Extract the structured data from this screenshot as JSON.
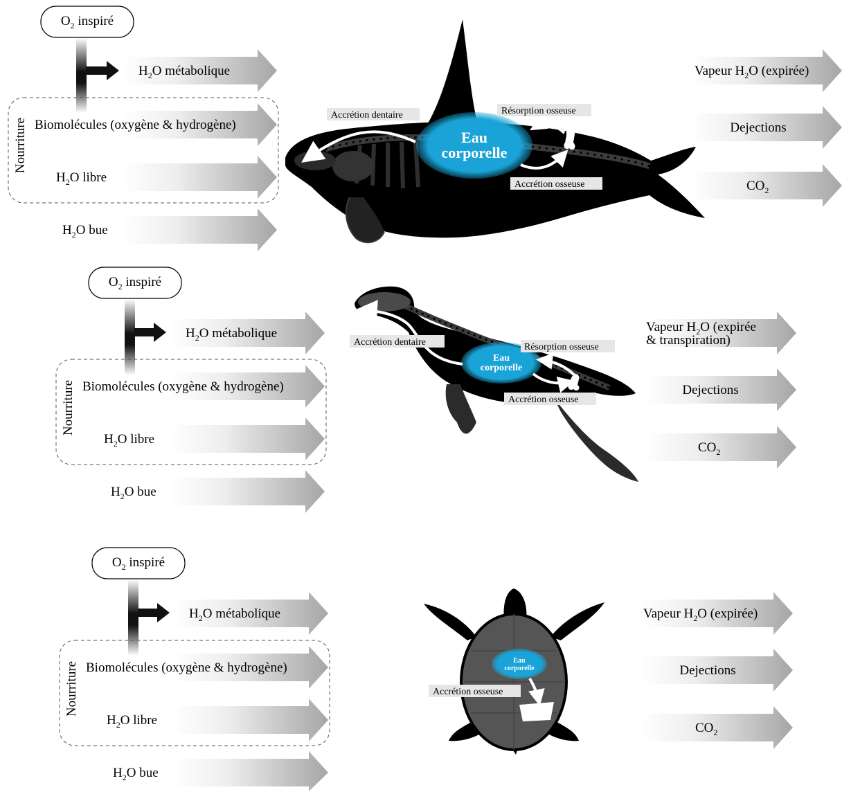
{
  "colors": {
    "arrow_start": "#ffffff",
    "arrow_end": "#a6a6a6",
    "body_water": "#1aa3d6",
    "silhouette_dark": "#000000",
    "turtle_shell": "#555555",
    "tag_bg": "#e6e6e6"
  },
  "icons": [
    "orca-silhouette",
    "sea-lion-silhouette",
    "sea-turtle-silhouette",
    "bone-icon",
    "tooth-icon"
  ],
  "panels": [
    {
      "animal": "orque",
      "o2": {
        "pre": "O",
        "sub": "2",
        "post": " inspiré"
      },
      "nourriture": "Nourriture",
      "inputs": {
        "metabolic": {
          "pre": "H",
          "sub": "2",
          "post": "O métabolique"
        },
        "biomolecules": "Biomolécules (oxygène & hydrogène)",
        "free": {
          "pre": "H",
          "sub": "2",
          "post": "O libre"
        },
        "drunk": {
          "pre": "H",
          "sub": "2",
          "post": "O bue"
        }
      },
      "outputs": [
        {
          "pre": "Vapeur H",
          "sub": "2",
          "post": "O (expirée)"
        },
        {
          "text": "Dejections"
        },
        {
          "pre": "CO",
          "sub": "2",
          "post": ""
        }
      ],
      "body_water": {
        "line1": "Eau",
        "line2": "corporelle"
      },
      "tags": {
        "dental": "Accrétion dentaire",
        "resorption": "Résorption osseuse",
        "bone": "Accrétion osseuse"
      }
    },
    {
      "animal": "otarie",
      "o2": {
        "pre": "O",
        "sub": "2",
        "post": " inspiré"
      },
      "nourriture": "Nourriture",
      "inputs": {
        "metabolic": {
          "pre": "H",
          "sub": "2",
          "post": "O métabolique"
        },
        "biomolecules": "Biomolécules (oxygène & hydrogène)",
        "free": {
          "pre": "H",
          "sub": "2",
          "post": "O libre"
        },
        "drunk": {
          "pre": "H",
          "sub": "2",
          "post": "O bue"
        }
      },
      "outputs": [
        {
          "pre": "Vapeur H",
          "sub": "2",
          "post": "O (expirée",
          "line2": "& transpiration)"
        },
        {
          "text": "Dejections"
        },
        {
          "pre": "CO",
          "sub": "2",
          "post": ""
        }
      ],
      "body_water": {
        "line1": "Eau",
        "line2": "corporelle"
      },
      "tags": {
        "dental": "Accrétion dentaire",
        "resorption": "Résorption osseuse",
        "bone": "Accrétion osseuse"
      }
    },
    {
      "animal": "tortue",
      "o2": {
        "pre": "O",
        "sub": "2",
        "post": " inspiré"
      },
      "nourriture": "Nourriture",
      "inputs": {
        "metabolic": {
          "pre": "H",
          "sub": "2",
          "post": "O métabolique"
        },
        "biomolecules": "Biomolécules (oxygène & hydrogène)",
        "free": {
          "pre": "H",
          "sub": "2",
          "post": "O libre"
        },
        "drunk": {
          "pre": "H",
          "sub": "2",
          "post": "O bue"
        }
      },
      "outputs": [
        {
          "pre": "Vapeur H",
          "sub": "2",
          "post": "O (expirée)"
        },
        {
          "text": "Dejections"
        },
        {
          "pre": "CO",
          "sub": "2",
          "post": ""
        }
      ],
      "body_water": {
        "line1": "Eau",
        "line2": "corporelle"
      },
      "tags": {
        "bone": "Accrétion osseuse"
      }
    }
  ]
}
